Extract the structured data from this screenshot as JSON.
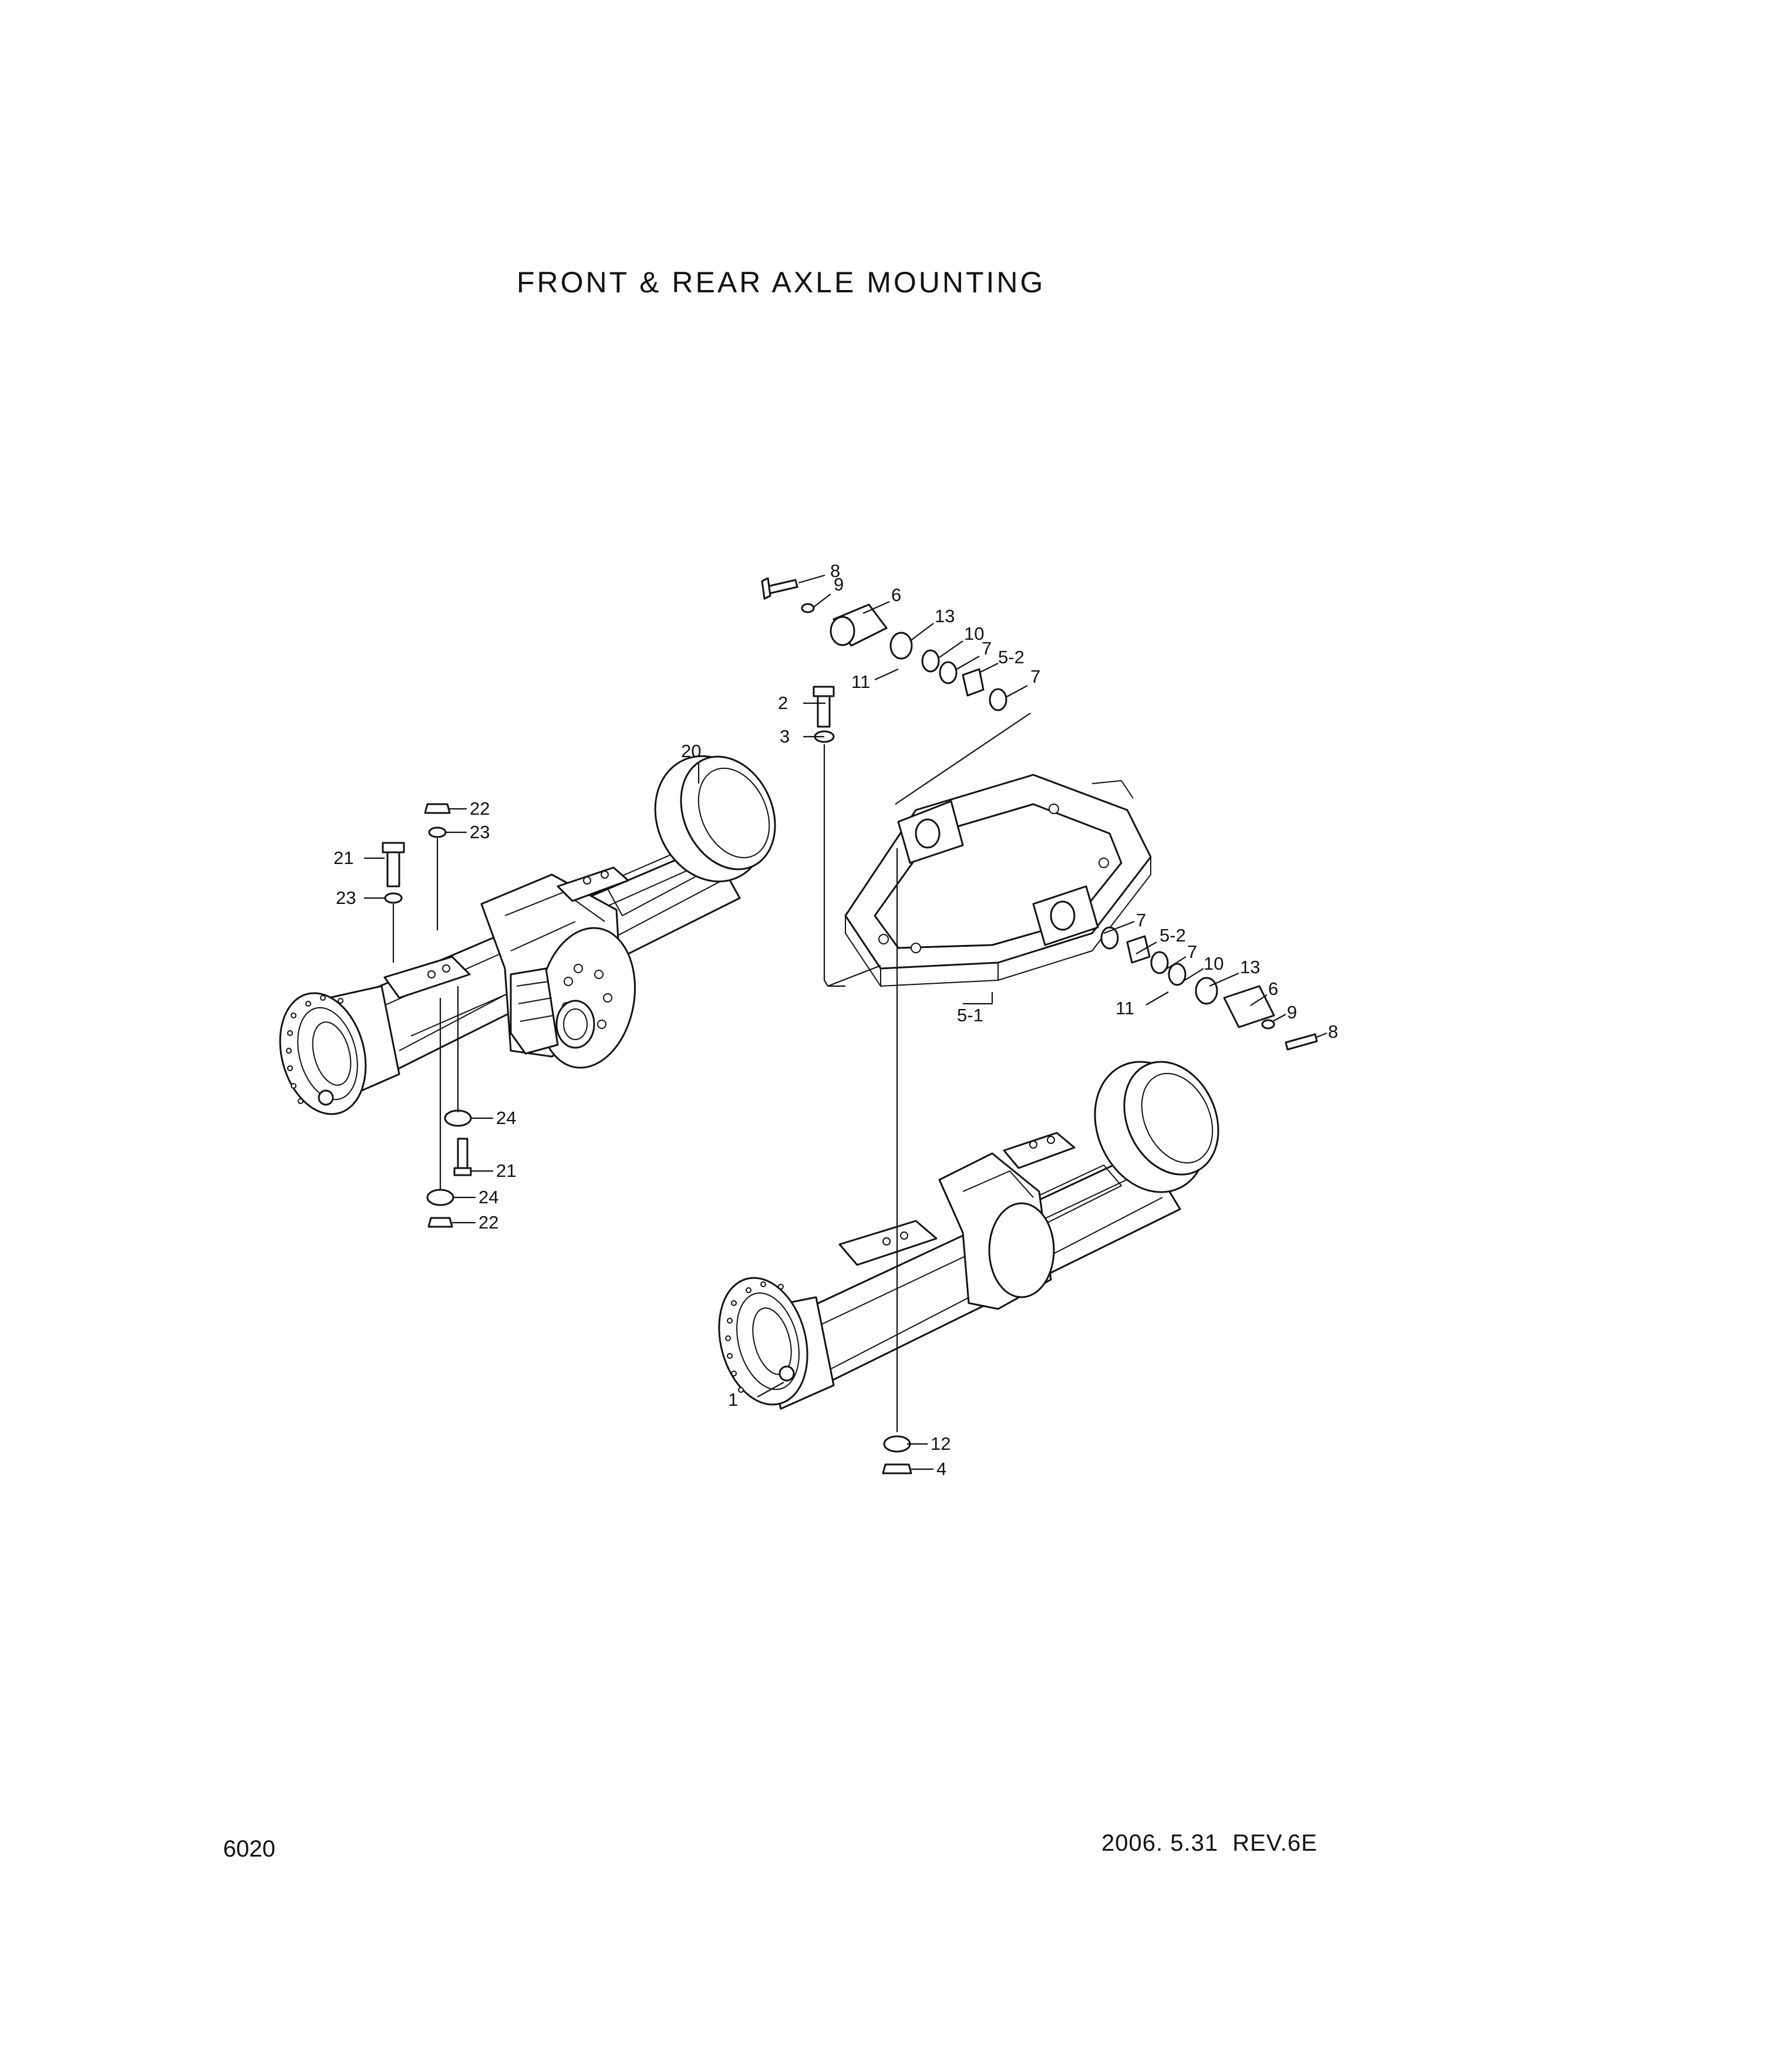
{
  "title": "FRONT & REAR AXLE MOUNTING",
  "page_number": "6020",
  "revision": "2006. 5.31  REV.6E",
  "part_labels": {
    "p1": "1",
    "p2": "2",
    "p3": "3",
    "p4": "4",
    "p5_1": "5-1",
    "p5_2a": "5-2",
    "p5_2b": "5-2",
    "p6a": "6",
    "p6b": "6",
    "p7a": "7",
    "p7b": "7",
    "p7c": "7",
    "p7d": "7",
    "p8a": "8",
    "p8b": "8",
    "p9a": "9",
    "p9b": "9",
    "p10a": "10",
    "p10b": "10",
    "p11a": "11",
    "p11b": "11",
    "p12": "12",
    "p13a": "13",
    "p13b": "13",
    "p20": "20",
    "p21a": "21",
    "p21b": "21",
    "p22a": "22",
    "p22b": "22",
    "p23a": "23",
    "p23b": "23",
    "p24a": "24",
    "p24b": "24"
  }
}
